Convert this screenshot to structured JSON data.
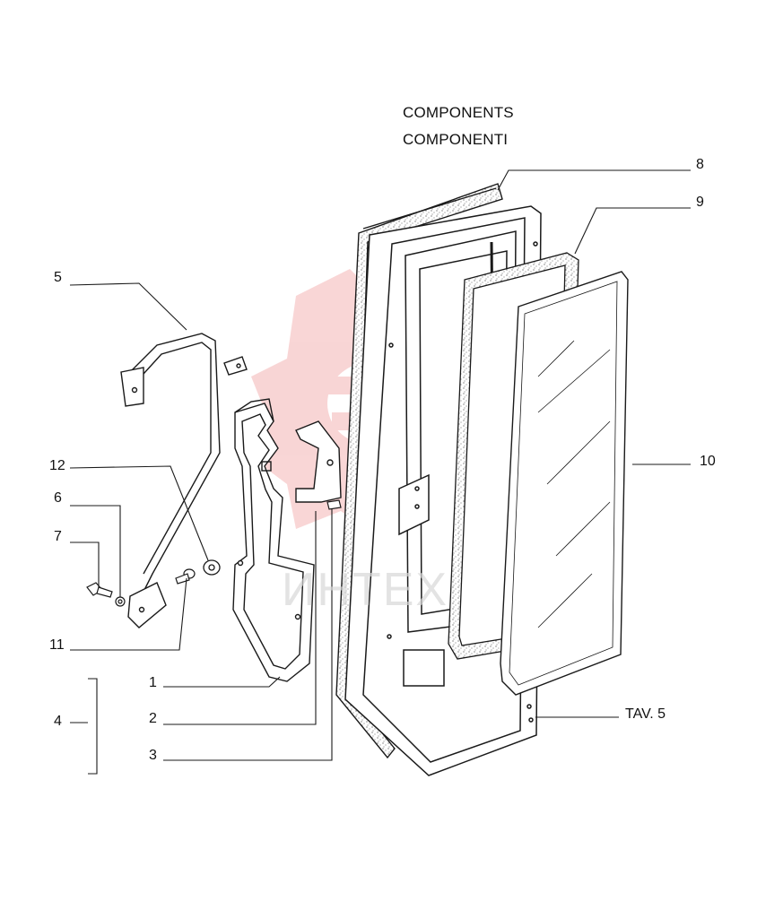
{
  "header": {
    "title_en": "COMPONENTS",
    "title_it": "COMPONENTI"
  },
  "watermark": {
    "text": "ИНТЕХ",
    "color": "#f2b8b8"
  },
  "callouts": {
    "c1": "1",
    "c2": "2",
    "c3": "3",
    "c4": "4",
    "c5": "5",
    "c6": "6",
    "c7": "7",
    "c8": "8",
    "c9": "9",
    "c10": "10",
    "c11": "11",
    "c12": "12",
    "table_ref": "TAV. 5"
  },
  "colors": {
    "line": "#1a1a1a",
    "watermark_logo": "#f4b4b4"
  }
}
